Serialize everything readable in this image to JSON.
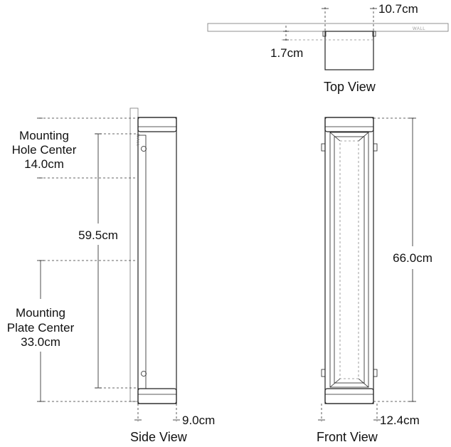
{
  "top_view": {
    "width_label": "10.7cm",
    "offset_label": "1.7cm",
    "wall_label": "WALL",
    "caption": "Top View"
  },
  "side_view": {
    "hole_center_line1": "Mounting",
    "hole_center_line2": "Hole Center",
    "hole_center_value": "14.0cm",
    "hole_spacing_label": "59.5cm",
    "plate_center_line1": "Mounting",
    "plate_center_line2": "Plate Center",
    "plate_center_value": "33.0cm",
    "depth_label": "9.0cm",
    "wall_label": "WALL",
    "caption": "Side View"
  },
  "front_view": {
    "height_label": "66.0cm",
    "width_label": "12.4cm",
    "caption": "Front View"
  }
}
